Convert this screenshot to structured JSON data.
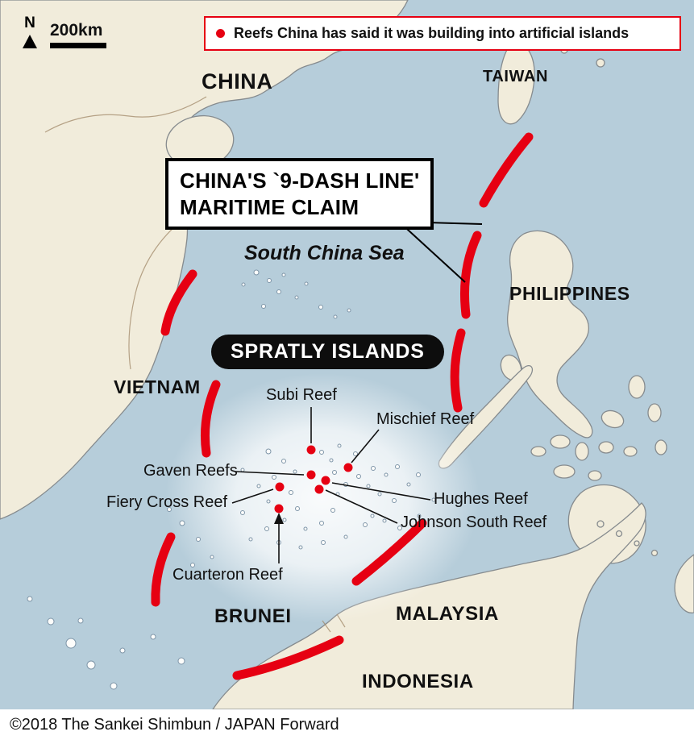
{
  "map": {
    "compass_label": "N",
    "scale_label": "200km",
    "legend": "Reefs China has said it was building into artificial islands",
    "callout_line1": "CHINA'S `9-DASH LINE'",
    "callout_line2": "MARITIME CLAIM",
    "sea_label": "South China Sea",
    "region_pill": "SPRATLY ISLANDS"
  },
  "countries": [
    "CHINA",
    "TAIWAN",
    "VIETNAM",
    "PHILIPPINES",
    "BRUNEI",
    "MALAYSIA",
    "INDONESIA"
  ],
  "reefs": [
    "Subi Reef",
    "Mischief Reef",
    "Gaven Reefs",
    "Fiery Cross Reef",
    "Hughes Reef",
    "Johnson South Reef",
    "Cuarteron Reef"
  ],
  "footer": {
    "credit": "©2018 The Sankei Shimbun / JAPAN Forward"
  },
  "colors": {
    "sea": "#b6cdda",
    "land": "#f1ecdb",
    "coastline": "#868b8e",
    "dash_red": "#e60012",
    "reef_dot": "#e60012",
    "pill_bg": "#0d0d0d"
  }
}
